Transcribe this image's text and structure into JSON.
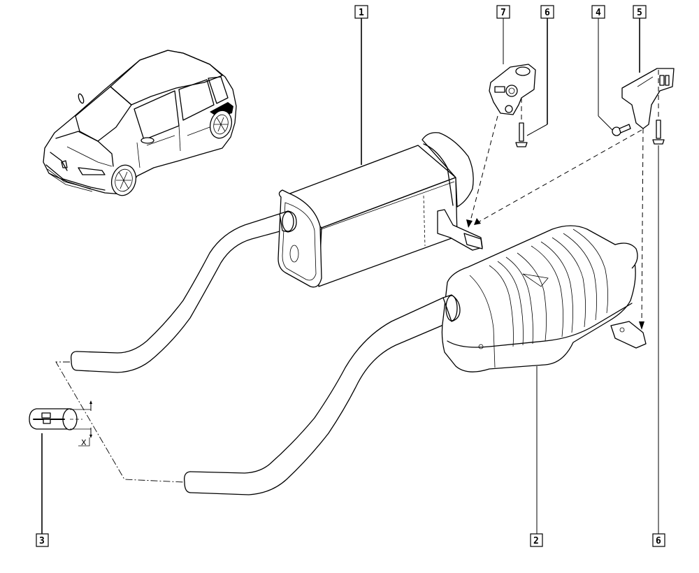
{
  "diagram": {
    "title": "Exhaust system exploded view",
    "callouts": [
      {
        "id": "callout-1",
        "label": "1",
        "part": "intermediate silencer with pipe"
      },
      {
        "id": "callout-7",
        "label": "7",
        "part": "rubber mounting block"
      },
      {
        "id": "callout-6-top",
        "label": "6",
        "part": "mounting bolt"
      },
      {
        "id": "callout-4",
        "label": "4",
        "part": "hex bolt"
      },
      {
        "id": "callout-5",
        "label": "5",
        "part": "rear mounting bracket"
      },
      {
        "id": "callout-3",
        "label": "3",
        "part": "pipe clamp sleeve"
      },
      {
        "id": "callout-2",
        "label": "2",
        "part": "rear silencer with pipe"
      },
      {
        "id": "callout-6-bottom",
        "label": "6",
        "part": "mounting bolt"
      }
    ],
    "dimension_label": "X"
  }
}
